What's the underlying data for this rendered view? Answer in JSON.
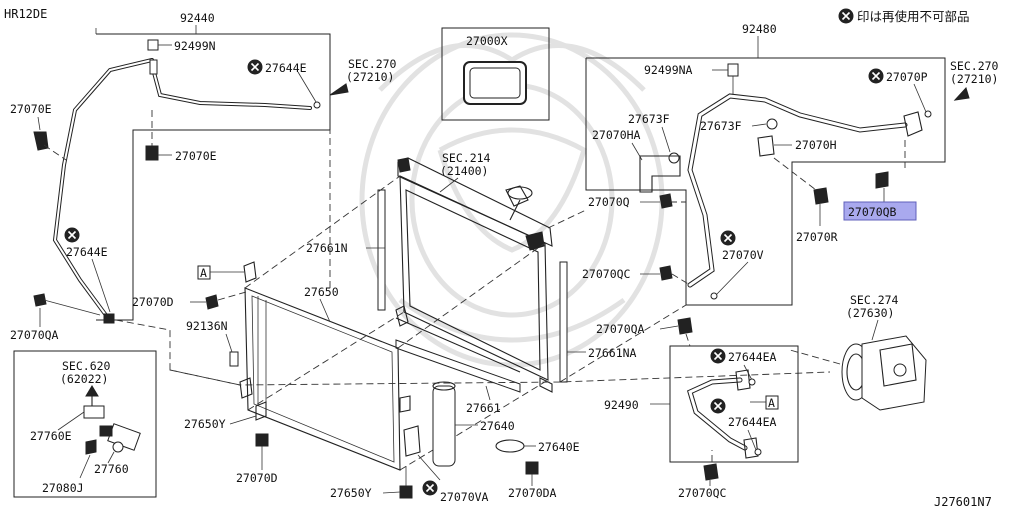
{
  "header": {
    "model_code": "HR12DE",
    "notice": "印は再使用不可部品",
    "diagram_id": "J27601N7"
  },
  "colors": {
    "highlight": "#a9a9ee",
    "line": "#222222"
  },
  "icons": {
    "non_reusable": "x-in-circle-icon",
    "arrow": "filled-arrow-icon"
  },
  "labels": {
    "p92440": "92440",
    "p92499N": "92499N",
    "p27644E_top": "27644E",
    "sec270_left": "SEC.270",
    "sec270_left_sub": "(27210)",
    "p27070E_left": "27070E",
    "p27070E_mid": "27070E",
    "p27644E_left": "27644E",
    "p27070QA_left": "27070QA",
    "sec620": "SEC.620",
    "sec620_sub": "(62022)",
    "p27760E": "27760E",
    "p27760": "27760",
    "p27080J": "27080J",
    "p27000X": "27000X",
    "sec214": "SEC.214",
    "sec214_sub": "(21400)",
    "p27661N": "27661N",
    "box_a1": "A",
    "p27070D_top": "27070D",
    "p27650": "27650",
    "p92136N": "92136N",
    "p27650Y_left": "27650Y",
    "p27070D_bottom": "27070D",
    "p27661": "27661",
    "p27640": "27640",
    "p27640E": "27640E",
    "p27650Y_bottom": "27650Y",
    "p27070VA": "27070VA",
    "p27070DA": "27070DA",
    "p27661NA": "27661NA",
    "p92480": "92480",
    "p92499NA": "92499NA",
    "p27070P": "27070P",
    "sec270_right": "SEC.270",
    "sec270_right_sub": "(27210)",
    "p27673F_left": "27673F",
    "p27673F_right": "27673F",
    "p27070HA": "27070HA",
    "p27070H": "27070H",
    "p27070Q": "27070Q",
    "p27070QB": "27070QB",
    "p27070R": "27070R",
    "p27070V": "27070V",
    "p27070QC_top": "27070QC",
    "sec274": "SEC.274",
    "sec274_sub": "(27630)",
    "p27070QA_right": "27070QA",
    "p27644EA_top": "27644EA",
    "box_a2": "A",
    "p92490": "92490",
    "p27644EA_bottom": "27644EA",
    "p27070QC_bottom": "27070QC"
  }
}
